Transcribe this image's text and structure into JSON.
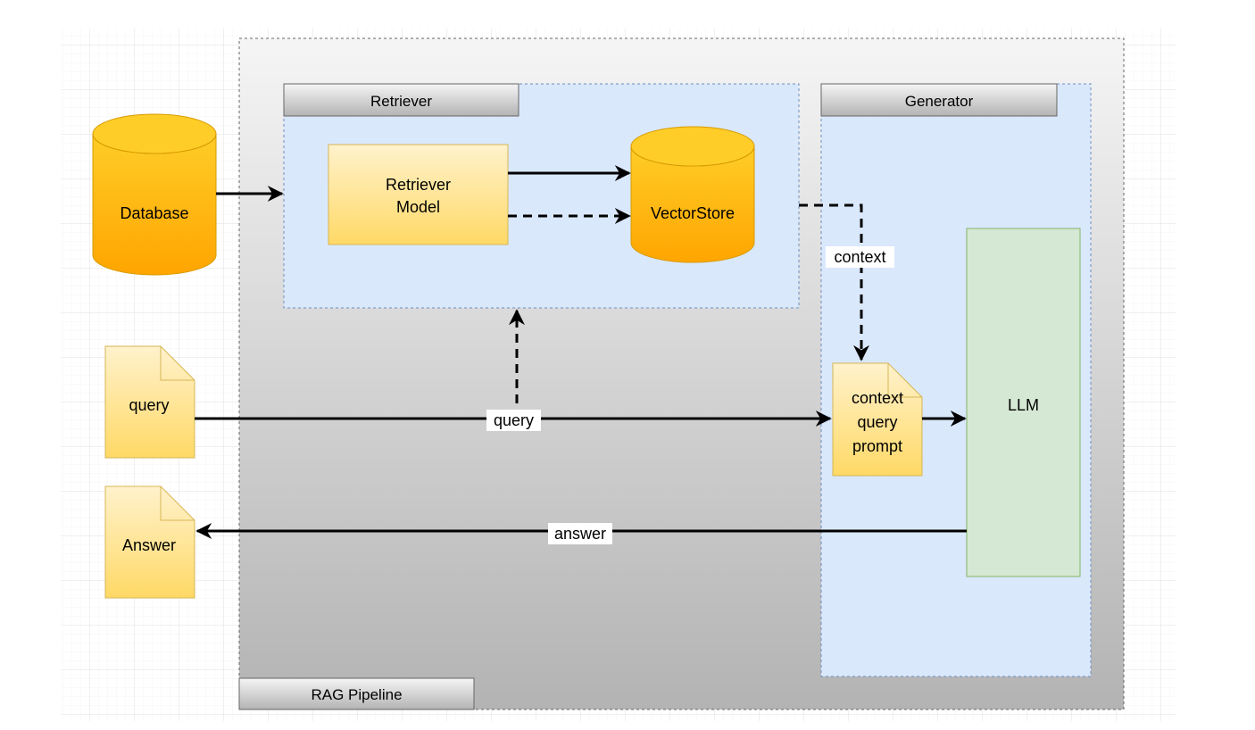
{
  "pipeline": {
    "label": "RAG Pipeline"
  },
  "retriever": {
    "title": "Retriever",
    "model_label_line1": "Retriever",
    "model_label_line2": "Model",
    "vectorstore_label": "VectorStore"
  },
  "generator": {
    "title": "Generator",
    "prompt_line1": "context",
    "prompt_line2": "query",
    "prompt_line3": "prompt",
    "llm_label": "LLM"
  },
  "external": {
    "database_label": "Database",
    "query_doc_label": "query",
    "answer_doc_label": "Answer"
  },
  "edges": {
    "context_label": "context",
    "query_label": "query",
    "answer_label": "answer"
  },
  "colors": {
    "cylinder_top": "#ffcd28",
    "cylinder_bottom": "#ffa500",
    "note_fill": "#fff2cc",
    "note_border": "#d6b656",
    "group_fill": "#dae8fc",
    "group_border": "#6c8ebf",
    "llm_fill": "#d5e8d4",
    "llm_border": "#82b366"
  }
}
